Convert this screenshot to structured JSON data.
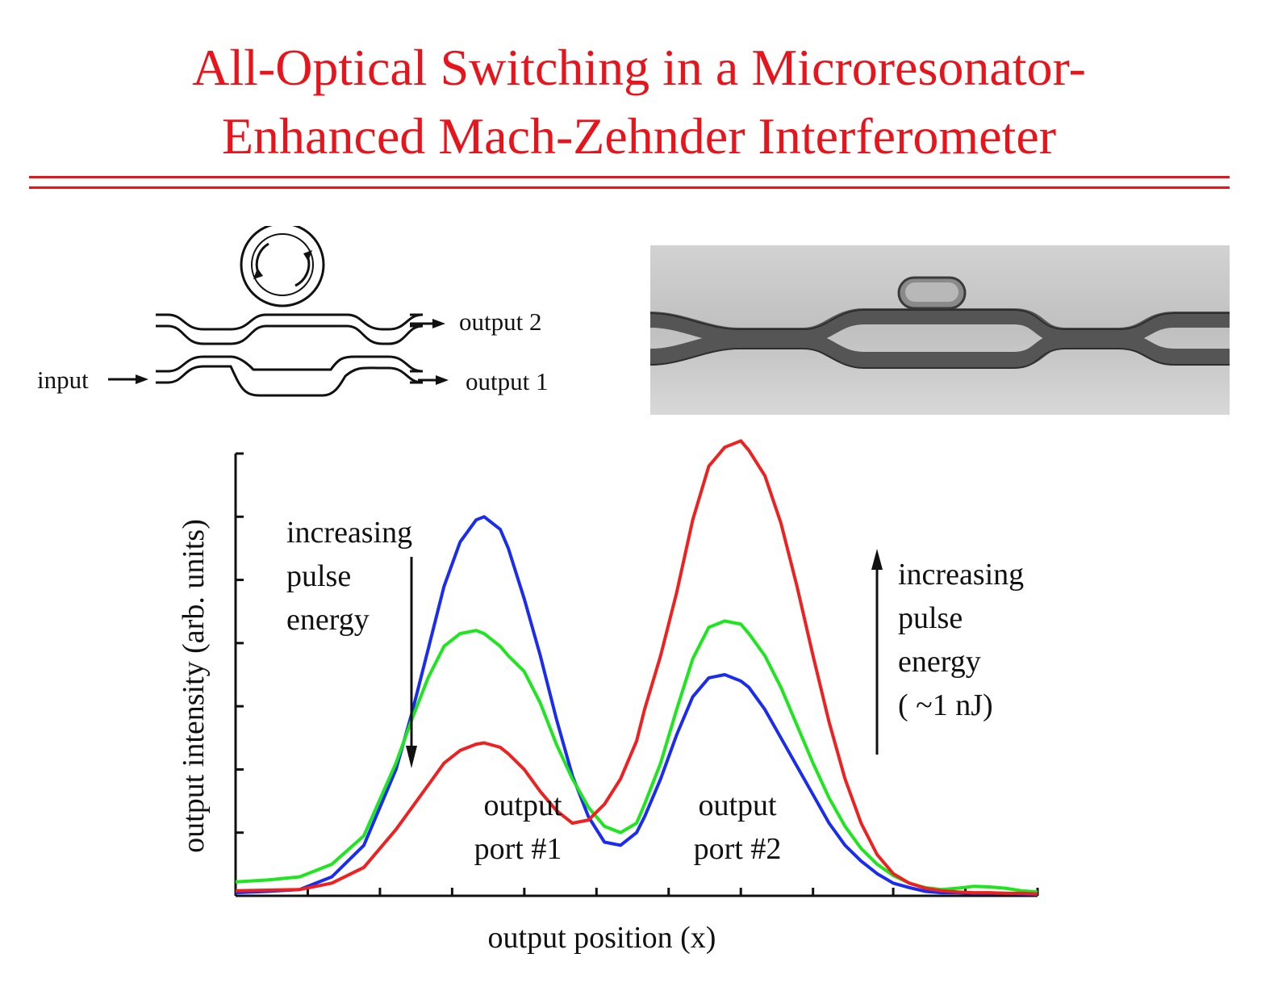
{
  "title": {
    "line1": "All-Optical Switching in a Microresonator-",
    "line2": "Enhanced Mach-Zehnder Interferometer"
  },
  "schematic": {
    "input_label": "input",
    "output2_label": "output 2",
    "output1_label": "output 1"
  },
  "colors": {
    "title": "#e8141b",
    "low_energy": "#1a2cf0",
    "mid_energy": "#1ee61e",
    "high_energy": "#ee2020"
  },
  "chart_data": {
    "type": "line",
    "xlabel": "output position (x)",
    "ylabel": "output intensity (arb. units)",
    "xlim": [
      0,
      100
    ],
    "ylim": [
      0,
      7
    ],
    "grid": false,
    "x_ticks": [
      0,
      9,
      18,
      27,
      36,
      45,
      54,
      63,
      72,
      82,
      91,
      100
    ],
    "y_ticks": [
      0,
      1,
      2,
      3,
      4,
      5,
      6,
      7
    ],
    "x": [
      0,
      4,
      8,
      12,
      16,
      20,
      22,
      24,
      26,
      28,
      30,
      31,
      33,
      34,
      36,
      38,
      40,
      42,
      44,
      46,
      48,
      50,
      51,
      53,
      55,
      57,
      59,
      61,
      63,
      64,
      66,
      68,
      70,
      72,
      74,
      76,
      78,
      80,
      82,
      84,
      86,
      88,
      90,
      92,
      94,
      96,
      98,
      100
    ],
    "series": [
      {
        "color": "#1a2cf0",
        "values": [
          0.05,
          0.07,
          0.1,
          0.3,
          0.8,
          2.0,
          2.9,
          3.9,
          4.9,
          5.6,
          5.95,
          6.0,
          5.8,
          5.5,
          4.7,
          3.8,
          2.8,
          1.9,
          1.25,
          0.85,
          0.8,
          1.0,
          1.25,
          1.85,
          2.55,
          3.15,
          3.45,
          3.5,
          3.4,
          3.3,
          2.95,
          2.5,
          2.05,
          1.6,
          1.15,
          0.8,
          0.55,
          0.35,
          0.2,
          0.13,
          0.07,
          0.05,
          0.05,
          0.04,
          0.04,
          0.04,
          0.03,
          0.02
        ]
      },
      {
        "color": "#1ee61e",
        "values": [
          0.22,
          0.25,
          0.3,
          0.5,
          0.95,
          2.1,
          2.8,
          3.45,
          3.95,
          4.15,
          4.2,
          4.15,
          3.95,
          3.8,
          3.55,
          3.05,
          2.4,
          1.85,
          1.4,
          1.1,
          1.0,
          1.15,
          1.45,
          2.1,
          2.95,
          3.75,
          4.25,
          4.35,
          4.3,
          4.15,
          3.8,
          3.3,
          2.7,
          2.1,
          1.55,
          1.1,
          0.75,
          0.5,
          0.32,
          0.2,
          0.13,
          0.1,
          0.12,
          0.15,
          0.14,
          0.12,
          0.08,
          0.06
        ]
      },
      {
        "color": "#ee2020",
        "values": [
          0.08,
          0.09,
          0.1,
          0.2,
          0.45,
          1.05,
          1.4,
          1.75,
          2.1,
          2.3,
          2.4,
          2.42,
          2.35,
          2.25,
          2.0,
          1.65,
          1.35,
          1.15,
          1.2,
          1.45,
          1.85,
          2.45,
          2.95,
          3.8,
          4.8,
          5.95,
          6.8,
          7.1,
          7.2,
          7.05,
          6.65,
          5.9,
          4.9,
          3.8,
          2.75,
          1.85,
          1.15,
          0.65,
          0.35,
          0.2,
          0.12,
          0.08,
          0.06,
          0.05,
          0.05,
          0.04,
          0.04,
          0.03
        ]
      }
    ],
    "annotations": {
      "left": [
        "increasing",
        "pulse",
        "energy"
      ],
      "right": [
        "increasing",
        "pulse",
        "energy",
        "( ~1 nJ)"
      ],
      "port1": [
        "output",
        "port #1"
      ],
      "port2": [
        "output",
        "port #2"
      ]
    }
  }
}
